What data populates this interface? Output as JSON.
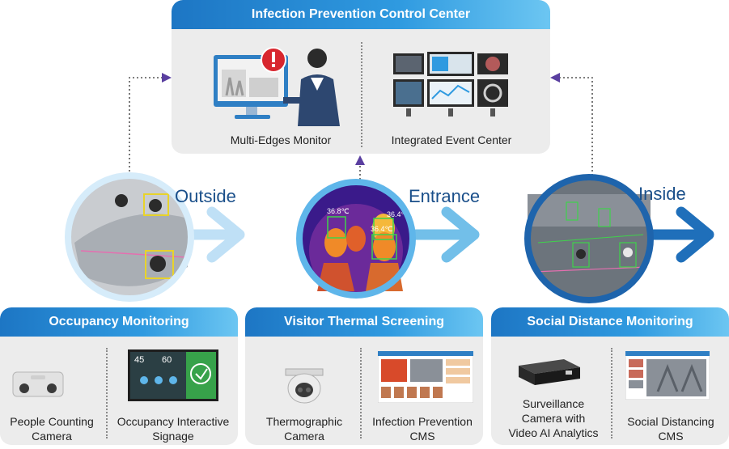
{
  "control_center": {
    "title": "Infection Prevention Control Center",
    "left_item": "Multi-Edges Monitor",
    "right_item": "Integrated Event Center",
    "colors": {
      "accent": "#2f9ae0",
      "alert": "#d8262e"
    }
  },
  "zones": {
    "outside": {
      "label": "Outside"
    },
    "entrance": {
      "label": "Entrance",
      "temps": [
        "36.8℃",
        "36.4℃",
        "36.4℃"
      ]
    },
    "inside": {
      "label": "Inside"
    }
  },
  "panels": {
    "occupancy": {
      "title": "Occupancy Monitoring",
      "left_line1": "People Counting",
      "left_line2": "Camera",
      "right_line1": "Occupancy Interactive",
      "right_line2": "Signage",
      "sign_values": [
        "45",
        "60"
      ]
    },
    "thermal": {
      "title": "Visitor Thermal Screening",
      "left_line1": "Thermographic",
      "left_line2": "Camera",
      "right_line1": "Infection Prevention",
      "right_line2": "CMS"
    },
    "social": {
      "title": "Social Distance Monitoring",
      "left_line1": "Surveillance",
      "left_line2": "Camera with",
      "left_line3": "Video AI Analytics",
      "right_line1": "Social Distancing",
      "right_line2": "CMS"
    }
  }
}
